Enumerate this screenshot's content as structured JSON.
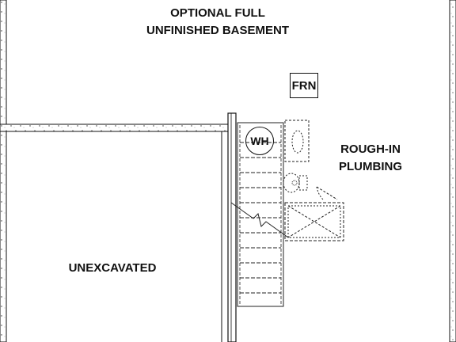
{
  "labels": {
    "basement_line1": "OPTIONAL FULL",
    "basement_line2": "UNFINISHED BASEMENT",
    "frn": "FRN",
    "wh": "WH",
    "rough_line1": "ROUGH-IN",
    "rough_line2": "PLUMBING",
    "unexcavated": "UNEXCAVATED"
  }
}
